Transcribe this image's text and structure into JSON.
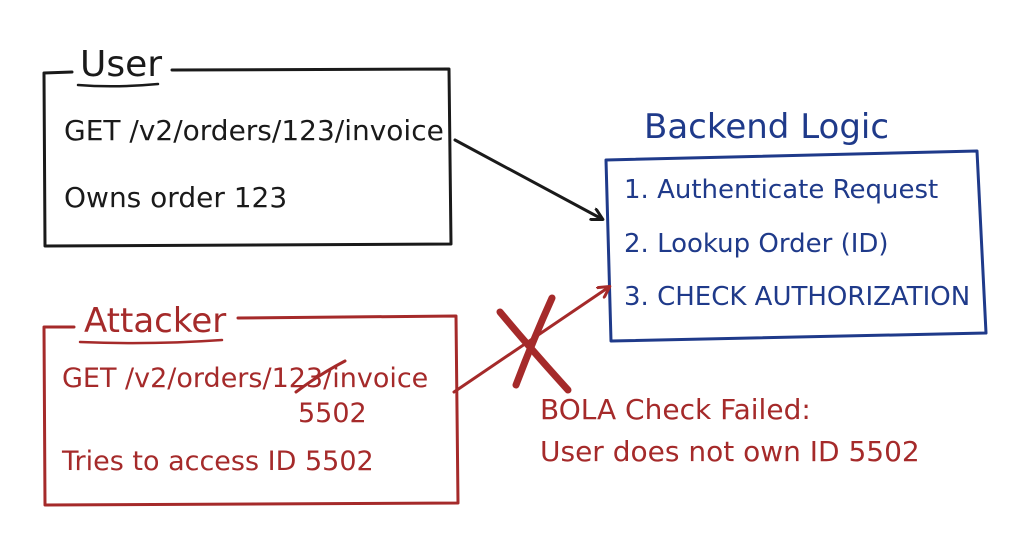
{
  "colors": {
    "ink": "#1a1a1a",
    "attacker": "#a52a2a",
    "backend": "#1f3a8a"
  },
  "user": {
    "title": "User",
    "request": "GET /v2/orders/123/invoice",
    "note": "Owns order 123"
  },
  "attacker": {
    "title": "Attacker",
    "request_prefix": "GET /v2/orders/",
    "request_struck": "123",
    "request_suffix": "/invoice",
    "request_replacement": "5502",
    "note": "Tries to access ID 5502"
  },
  "backend": {
    "title": "Backend Logic",
    "steps": [
      "1. Authenticate Request",
      "2. Lookup Order (ID)",
      "3. CHECK AUTHORIZATION"
    ]
  },
  "failure": {
    "line1": "BOLA Check Failed:",
    "line2": "User does not own ID 5502"
  }
}
